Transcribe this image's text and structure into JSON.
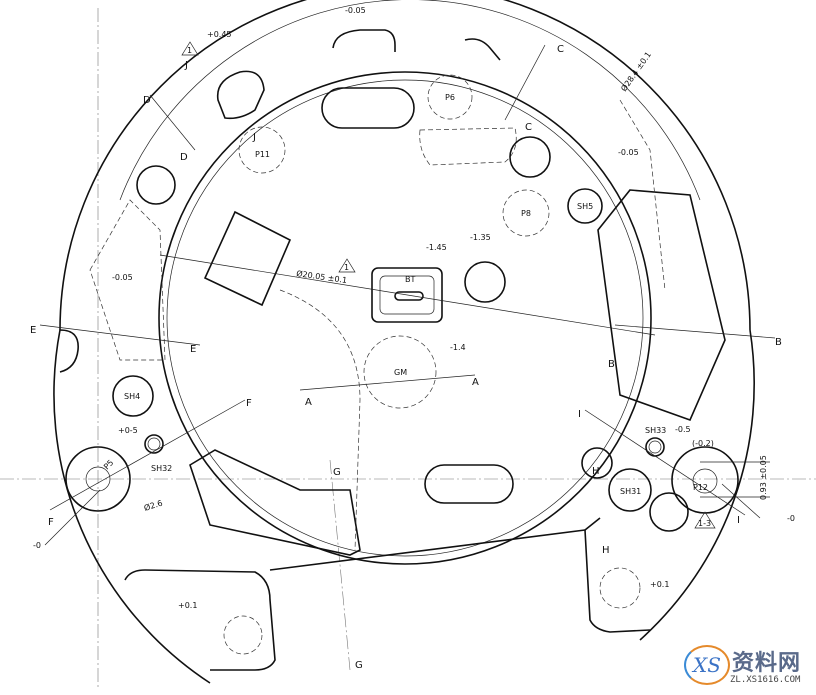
{
  "drawing": {
    "labels": {
      "top_tol": "-0.05",
      "tol_045": "+0.45",
      "dia_284": "Ø28.4 ±0.1",
      "dia_2005": "Ø20.05 ±0.1",
      "tol_005_right": "-0.05",
      "tol_005_left": "-0.05",
      "tol_145": "-1.45",
      "tol_135": "-1.35",
      "tol_14": "-1.4",
      "tol_05_left": "+0-5",
      "tol_05_right": "-0.5",
      "tol_02": "(-0.2)",
      "dim_093": "0.93 ±0.05",
      "tol_0_right": "-0",
      "tol_0_left": "-0",
      "dia_26": "Ø2.6",
      "tol_01_left": "+0.1",
      "tol_01_right": "+0.1",
      "rev_1": "1",
      "rev_1b": "1",
      "rev_13": "1-3"
    },
    "features": {
      "p6": "P6",
      "p8": "P8",
      "p11": "P11",
      "p12": "P12",
      "p5": "P5",
      "sh5": "SH5",
      "sh4": "SH4",
      "sh31": "SH31",
      "sh32": "SH32",
      "sh33": "SH33",
      "bt": "BT",
      "gm": "GM"
    },
    "sections": {
      "a": "A",
      "b": "B",
      "c": "C",
      "d": "D",
      "e": "E",
      "f": "F",
      "g": "G",
      "h": "H",
      "i": "I",
      "j": "J"
    }
  },
  "watermark": {
    "brand": "资料网",
    "logo_text": "XS",
    "url": "ZL.XS1616.COM"
  }
}
